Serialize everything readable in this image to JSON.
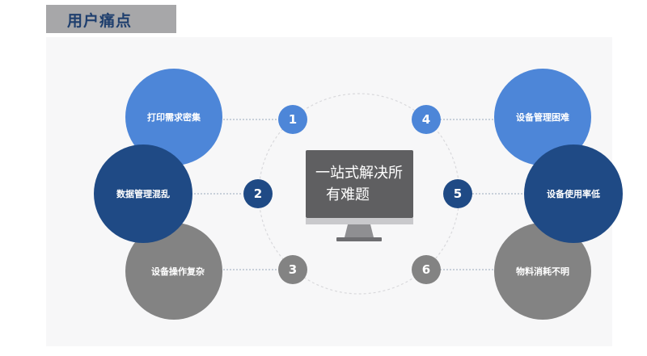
{
  "header": {
    "title": "用户痛点"
  },
  "center": {
    "line1": "一站式解决所",
    "line2": "有难题",
    "icon": "monitor-icon"
  },
  "points": [
    {
      "num": "1",
      "label": "打印需求密集"
    },
    {
      "num": "2",
      "label": "数据管理混乱"
    },
    {
      "num": "3",
      "label": "设备操作复杂"
    },
    {
      "num": "4",
      "label": "设备管理困难"
    },
    {
      "num": "5",
      "label": "设备使用率低"
    },
    {
      "num": "6",
      "label": "物料消耗不明"
    }
  ],
  "colors": {
    "light_blue": "#4d86d8",
    "dark_blue": "#1f4a85",
    "gray": "#838383",
    "title_text": "#1f3f6e",
    "title_bg": "#a7a7a9",
    "monitor": "#5f5f61"
  }
}
